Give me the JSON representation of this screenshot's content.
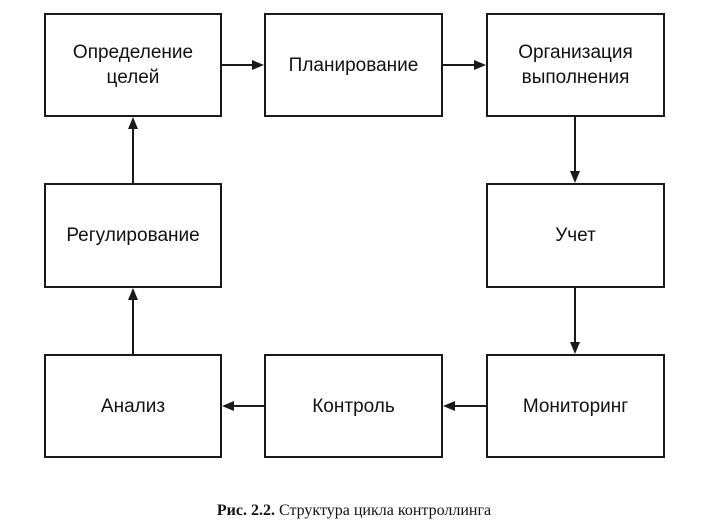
{
  "diagram": {
    "boxes": {
      "goal_setting": "Определение\nцелей",
      "planning": "Планирование",
      "execution": "Организация\nвыполнения",
      "accounting": "Учет",
      "monitoring": "Мониторинг",
      "control": "Контроль",
      "analysis": "Анализ",
      "regulation": "Регулирование"
    }
  },
  "caption": {
    "number": "Рис. 2.2.",
    "text": "Структура цикла контроллинга"
  }
}
